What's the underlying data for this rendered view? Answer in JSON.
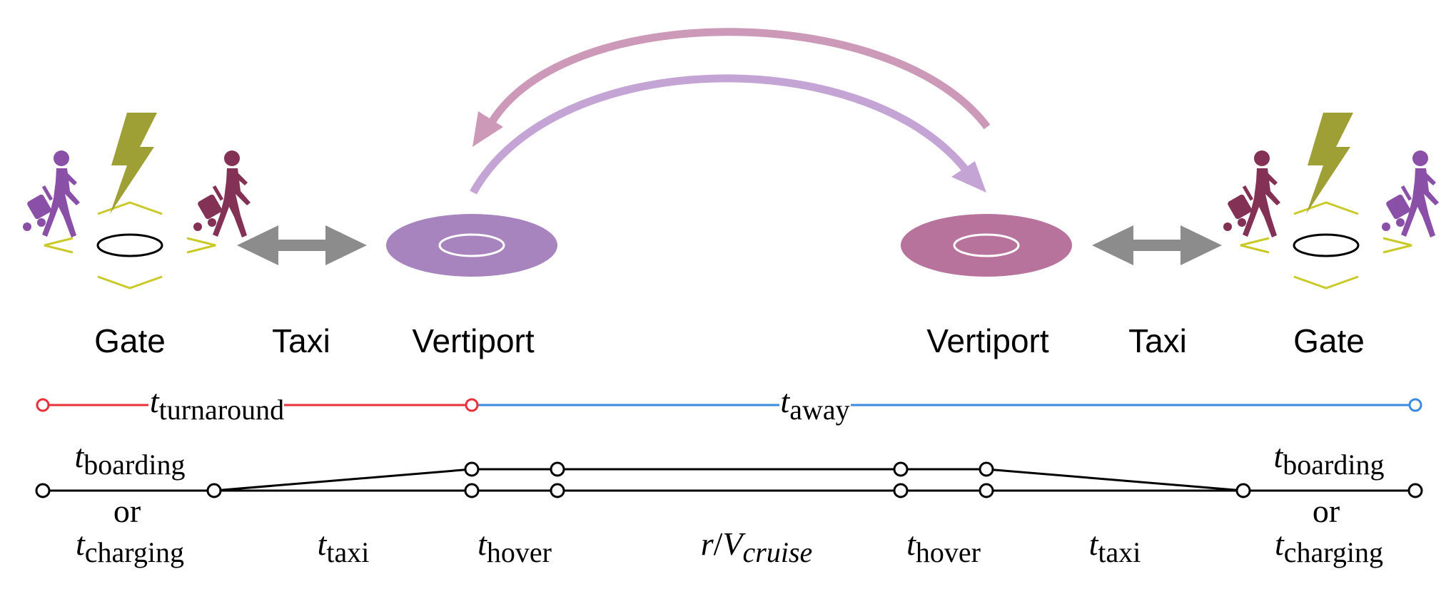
{
  "colors": {
    "purple_pad": "#a784bd",
    "pink_pad": "#b8739d",
    "outbound_arrow": "#c4a4d4",
    "return_arrow": "#cc99b8",
    "taxi_arrow": "#8c8c8c",
    "bolt": "#9e9f34",
    "gate_marks": "#c9c92a",
    "person_purple": "#8a50a8",
    "person_maroon": "#833256",
    "turnaround_line": "#e8303a",
    "away_line": "#3a8ae0",
    "timeline": "#000000"
  },
  "stations": {
    "left_gate": "Gate",
    "left_taxi": "Taxi",
    "left_vertiport": "Vertiport",
    "right_vertiport": "Vertiport",
    "right_taxi": "Taxi",
    "right_gate": "Gate"
  },
  "phases": {
    "turnaround": {
      "base": "t",
      "sub": "turnaround"
    },
    "away": {
      "base": "t",
      "sub": "away"
    }
  },
  "segments": {
    "left_boarding": {
      "base": "t",
      "sub": "boarding"
    },
    "left_or": "or",
    "left_charging": {
      "base": "t",
      "sub": "charging"
    },
    "left_taxi": {
      "base": "t",
      "sub": "taxi"
    },
    "left_hover": {
      "base": "t",
      "sub": "hover"
    },
    "cruise": {
      "r": "r",
      "slash": "/",
      "V": "V",
      "sub": "cruise"
    },
    "right_hover": {
      "base": "t",
      "sub": "hover"
    },
    "right_taxi": {
      "base": "t",
      "sub": "taxi"
    },
    "right_boarding": {
      "base": "t",
      "sub": "boarding"
    },
    "right_or": "or",
    "right_charging": {
      "base": "t",
      "sub": "charging"
    }
  }
}
